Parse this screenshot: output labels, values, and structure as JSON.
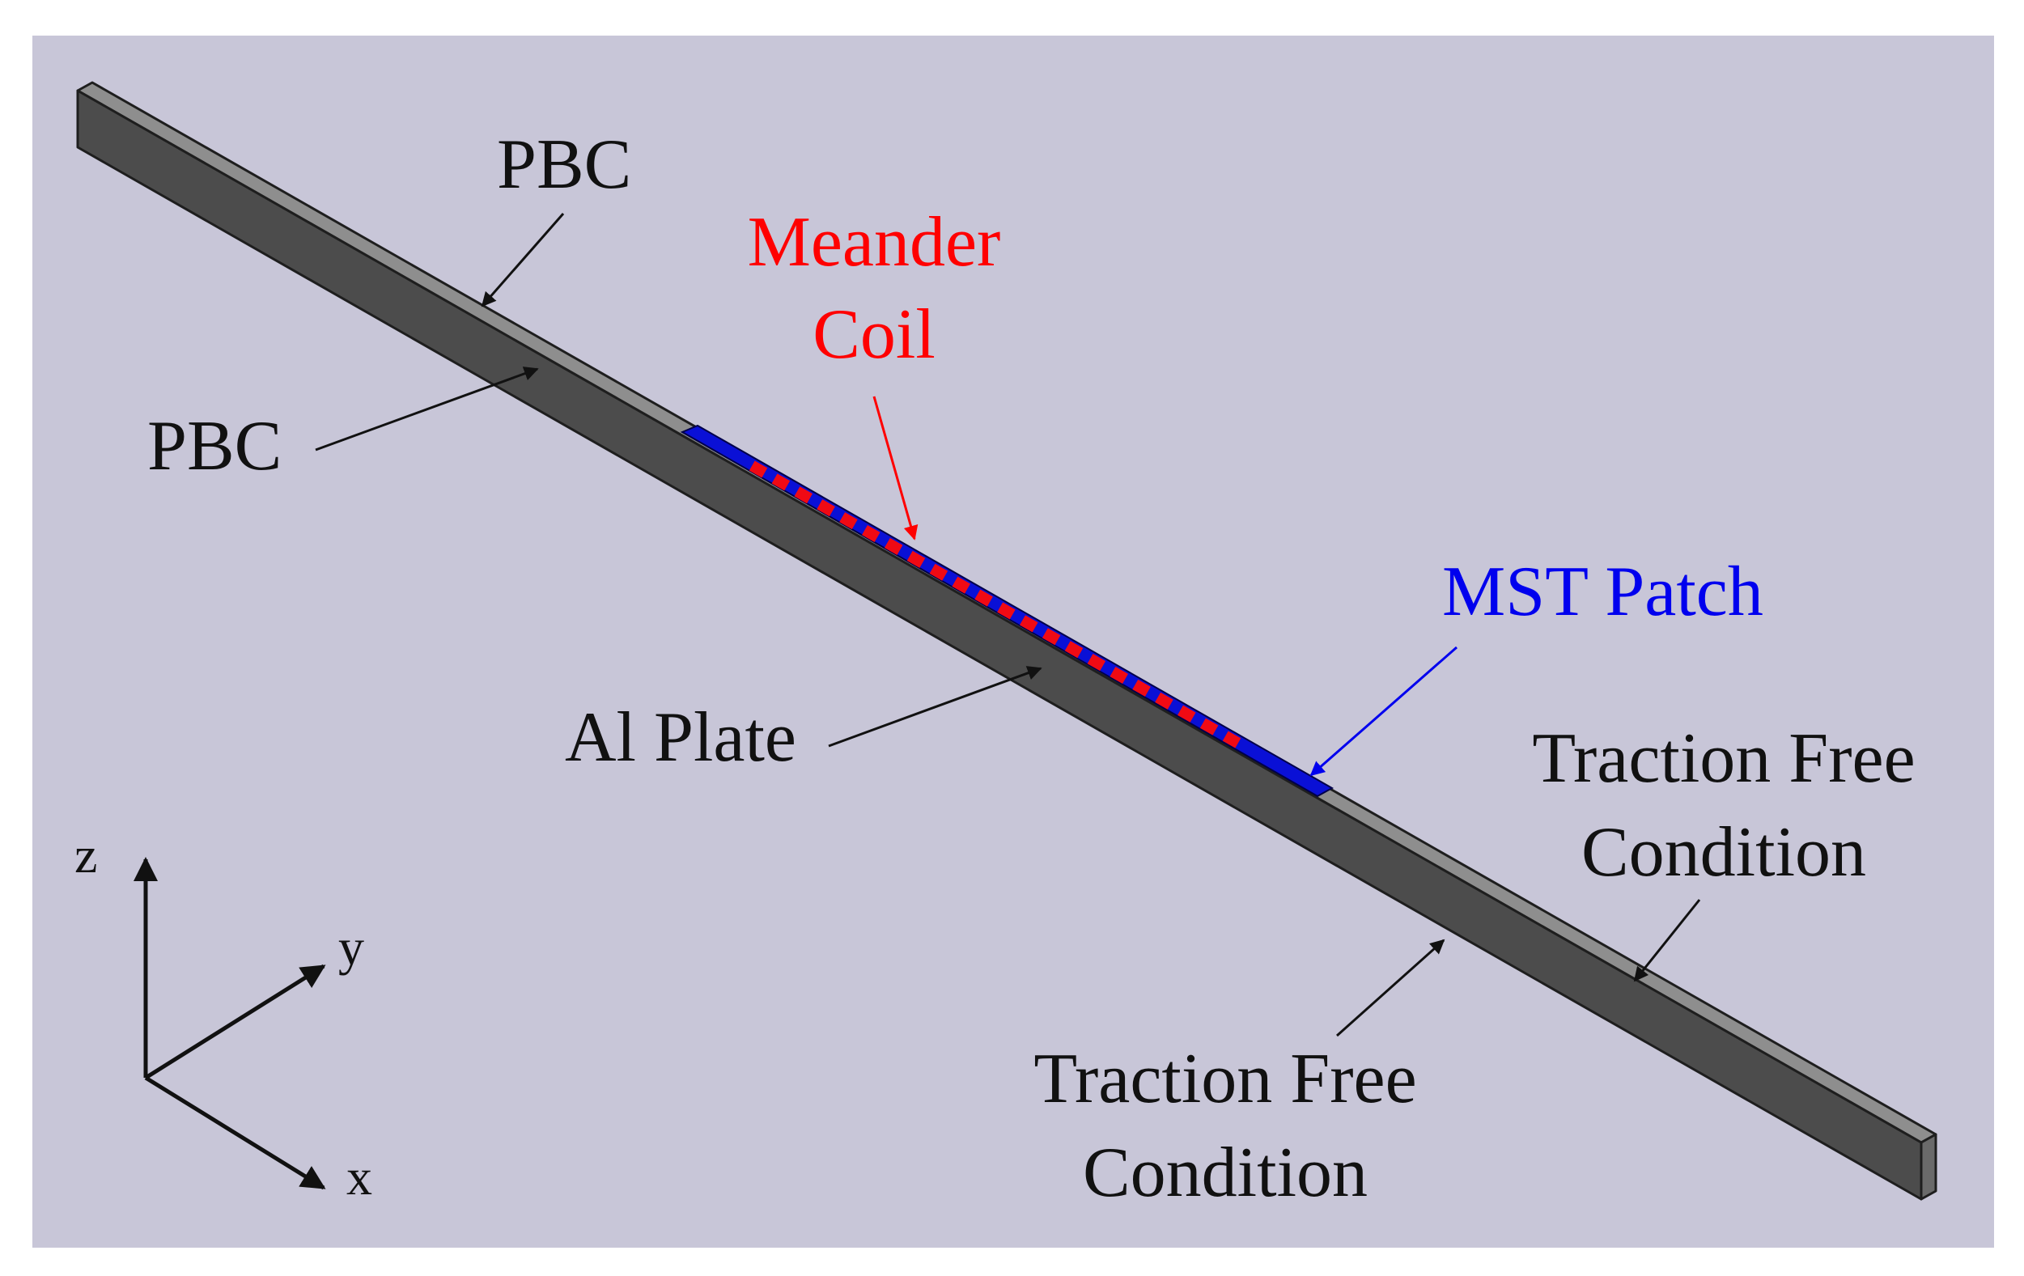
{
  "labels": {
    "pbc_top": "PBC",
    "pbc_side": "PBC",
    "meander_line1": "Meander",
    "meander_line2": "Coil",
    "mst_patch": "MST Patch",
    "al_plate": "Al Plate",
    "traction_right_line1": "Traction Free",
    "traction_right_line2": "Condition",
    "traction_bottom_line1": "Traction Free",
    "traction_bottom_line2": "Condition"
  },
  "axes": {
    "z": "z",
    "y": "y",
    "x": "x"
  },
  "colors": {
    "background": "#c8c6d8",
    "plate_top": "#8e8e8e",
    "plate_side": "#4c4c4c",
    "plate_end": "#6a6a6a",
    "outline": "#1e1e1e",
    "mst_patch": "#0a10d6",
    "meander_coil": "#f00a14",
    "black_text": "#111111",
    "red_text": "#ff0000",
    "blue_text": "#0000ee"
  },
  "coil_segment_count": 22
}
